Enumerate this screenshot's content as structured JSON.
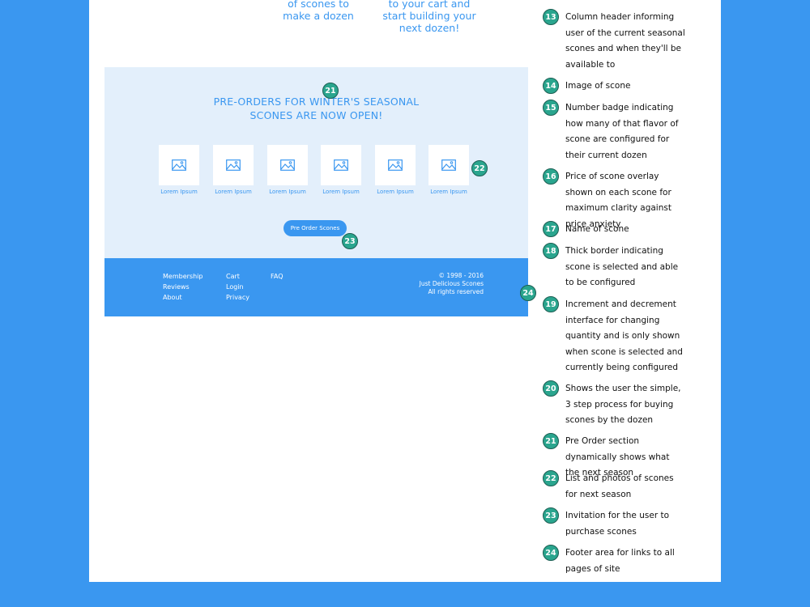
{
  "steps": {
    "step2_text": "of scones to\nmake a dozen",
    "step3_text": "to your cart and\nstart building your\nnext dozen!"
  },
  "preorder": {
    "title": "PRE-ORDERS FOR WINTER'S SEASONAL\nSCONES ARE NOW OPEN!",
    "scones": [
      {
        "name": "Lorem Ipsum"
      },
      {
        "name": "Lorem Ipsum"
      },
      {
        "name": "Lorem Ipsum"
      },
      {
        "name": "Lorem Ipsum"
      },
      {
        "name": "Lorem Ipsum"
      },
      {
        "name": "Lorem Ipsum"
      }
    ],
    "button_label": "Pre Order Scones"
  },
  "footer": {
    "col1": [
      "Membership",
      "Reviews",
      "About"
    ],
    "col2": [
      "Cart",
      "Login",
      "Privacy"
    ],
    "col3": [
      "FAQ"
    ],
    "copyright": "© 1998 - 2016",
    "company": "Just Delicious Scones",
    "rights": "All rights reserved"
  },
  "markers": {
    "m21": "21",
    "m22": "22",
    "m23": "23",
    "m24": "24"
  },
  "annotations": [
    {
      "num": "13",
      "text": "Column header informing user of the current seasonal scones and when they'll be available to"
    },
    {
      "num": "14",
      "text": "Image of scone"
    },
    {
      "num": "15",
      "text": "Number badge indicating how many of that flavor of scone are configured for their current dozen"
    },
    {
      "num": "16",
      "text": "Price of scone overlay shown on each scone for maximum clarity against price anxiety"
    },
    {
      "num": "17",
      "text": "Name of scone"
    },
    {
      "num": "18",
      "text": "Thick border indicating scone is selected and able to be configured"
    },
    {
      "num": "19",
      "text": "Increment and decrement interface for changing quantity and is only shown when scone is selected and currently being configured"
    },
    {
      "num": "20",
      "text": "Shows the user the simple, 3 step process for buying scones by the dozen"
    },
    {
      "num": "21",
      "text": "Pre Order section dynamically shows what the next season"
    },
    {
      "num": "22",
      "text": "List and photos of scones for next season"
    },
    {
      "num": "23",
      "text": "Invitation for the user to purchase scones"
    },
    {
      "num": "24",
      "text": "Footer area for links to all pages of site"
    }
  ],
  "colors": {
    "brand_blue": "#3a97f0",
    "preorder_bg": "#e3effb",
    "badge_teal": "#2aa58e"
  }
}
